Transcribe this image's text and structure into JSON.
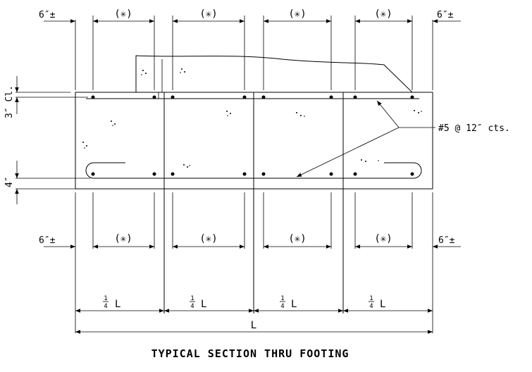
{
  "title": "TYPICAL SECTION THRU FOOTING",
  "top_dims": {
    "left_edge": "6″±",
    "right_edge": "6″±",
    "spacings": [
      "(✳)",
      "(✳)",
      "(✳)",
      "(✳)"
    ]
  },
  "bottom_dims": {
    "left_edge": "6″±",
    "right_edge": "6″±",
    "spacings": [
      "(✳)",
      "(✳)",
      "(✳)",
      "(✳)"
    ]
  },
  "side_dims": {
    "top_clear": "3″ Cl.",
    "bottom_clear": "4″"
  },
  "rebar_label": "#5 @ 12″ cts.",
  "quarter_labels": {
    "fraction_num": "1",
    "fraction_den": "4",
    "letter": "L"
  },
  "overall_label": "L",
  "colors": {
    "line": "#000000",
    "background": "#ffffff"
  }
}
